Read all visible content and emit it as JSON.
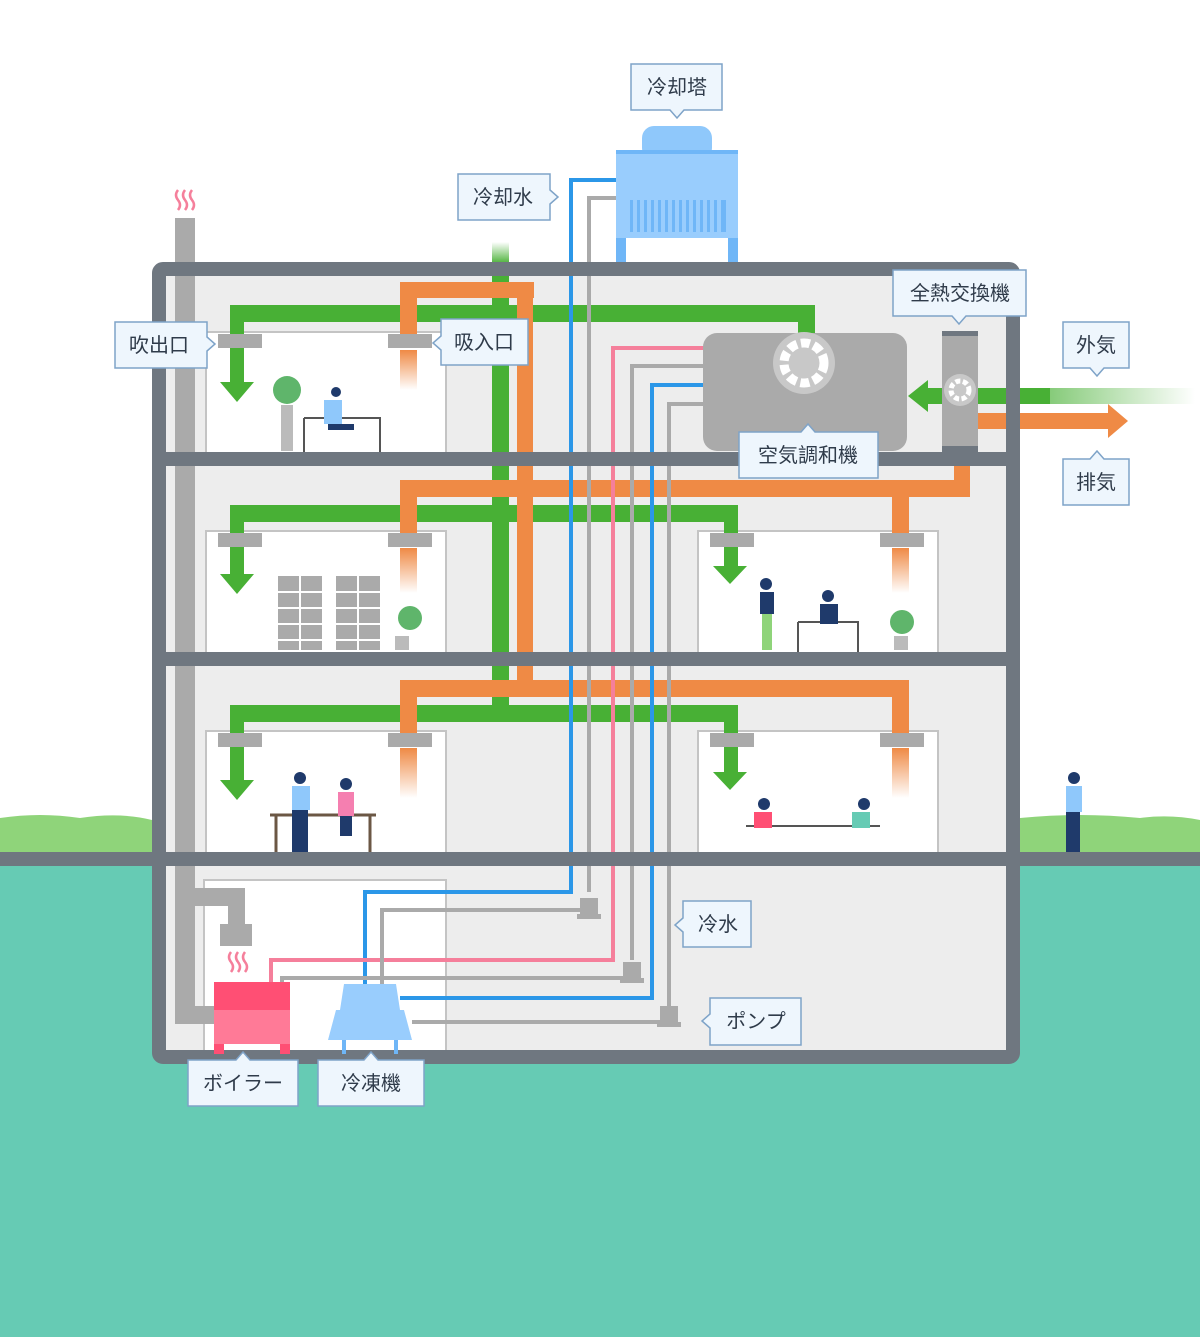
{
  "labels": {
    "cooling_tower": "冷却塔",
    "cooling_water": "冷却水",
    "outlet": "吹出口",
    "inlet": "吸入口",
    "heat_exchanger": "全熱交換機",
    "outside_air": "外気",
    "exhaust": "排気",
    "air_handler": "空気調和機",
    "chilled_water": "冷水",
    "pump": "ポンプ",
    "boiler": "ボイラー",
    "chiller": "冷凍機"
  },
  "colors": {
    "supply_air": "#48b035",
    "return_air": "#ef8a45",
    "cooling_water_pipe": "#2b97e8",
    "hot_water_pipe": "#f57f9b",
    "return_pipe": "#aaaaaa",
    "wall": "#6f7780",
    "ground": "#66cbb4",
    "grass": "#8fd47a"
  }
}
